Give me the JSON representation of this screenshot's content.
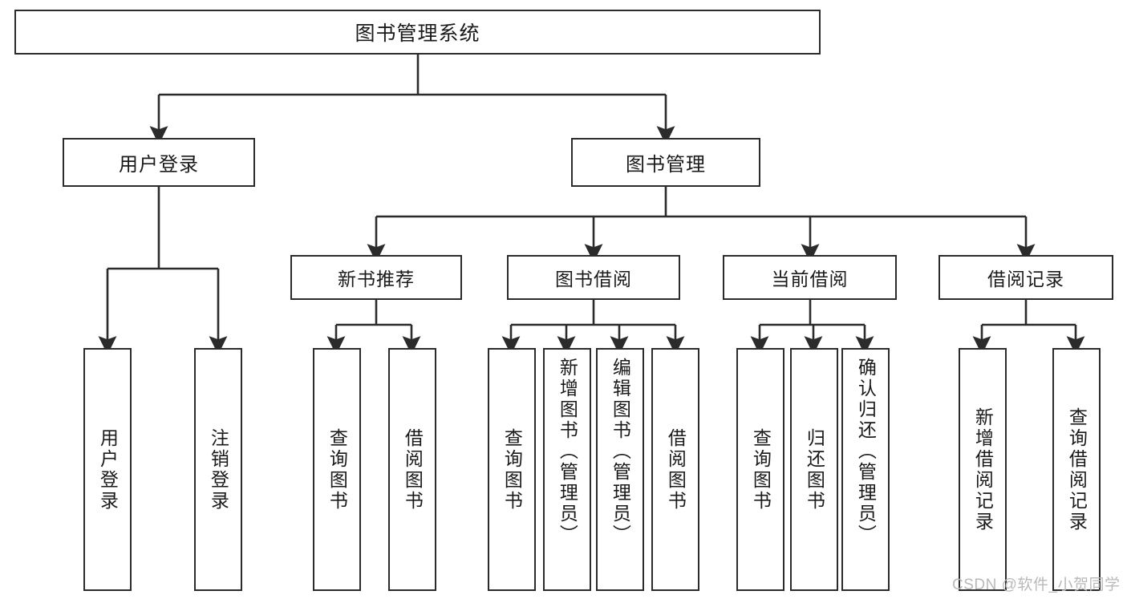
{
  "diagram": {
    "title": "图书管理系统",
    "type": "tree",
    "stroke_color": "#2b2b2b",
    "fill_color": "#ffffff",
    "text_color": "#1a1a1a",
    "root": {
      "label": "图书管理系统"
    },
    "level1": [
      {
        "label": "用户登录"
      },
      {
        "label": "图书管理"
      }
    ],
    "level2": [
      {
        "label": "新书推荐"
      },
      {
        "label": "图书借阅"
      },
      {
        "label": "当前借阅"
      },
      {
        "label": "借阅记录"
      }
    ],
    "leaves": {
      "user_login": [
        {
          "label": "用户登录"
        },
        {
          "label": "注销登录"
        }
      ],
      "new_book_recommend": [
        {
          "label": "查询图书"
        },
        {
          "label": "借阅图书"
        }
      ],
      "book_borrow": [
        {
          "label": "查询图书"
        },
        {
          "label": "新增图书（管理员）"
        },
        {
          "label": "编辑图书（管理员）"
        },
        {
          "label": "借阅图书"
        }
      ],
      "current_borrow": [
        {
          "label": "查询图书"
        },
        {
          "label": "归还图书"
        },
        {
          "label": "确认归还（管理员）"
        }
      ],
      "borrow_record": [
        {
          "label": "新增借阅记录"
        },
        {
          "label": "查询借阅记录"
        }
      ]
    }
  },
  "watermark": {
    "text": "CSDN @软件_小贺同学",
    "color": "#b9b9b9"
  }
}
